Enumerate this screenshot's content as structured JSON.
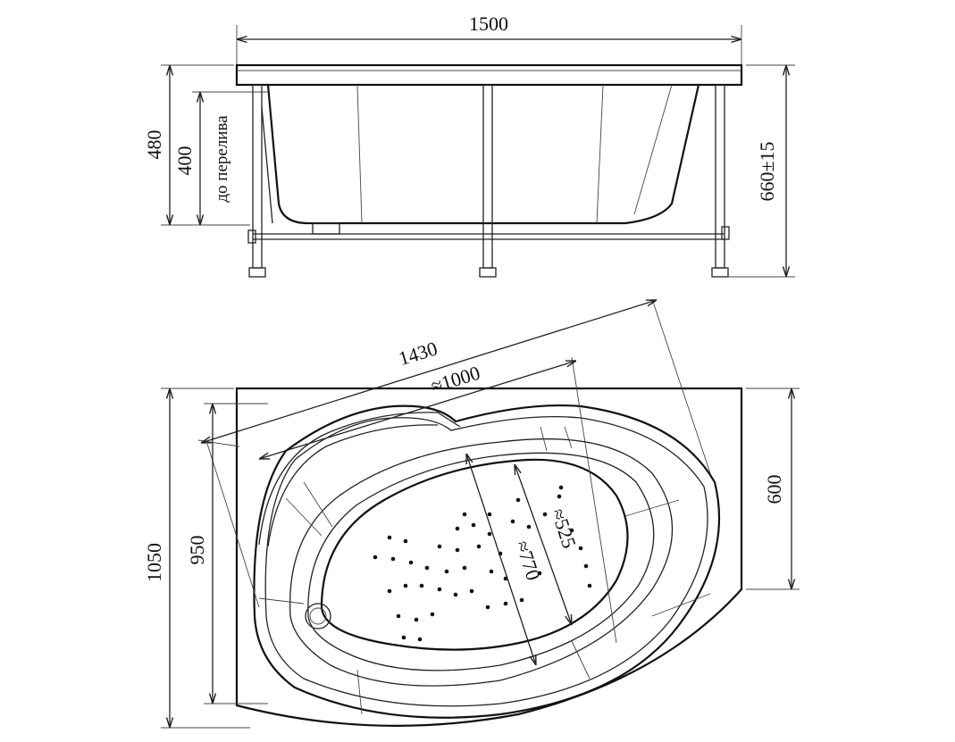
{
  "drawing": {
    "side_view": {
      "width_label": "1500",
      "height_label": "480",
      "overflow_height_label": "400",
      "overflow_note": "до перелива",
      "total_height_label": "660±15"
    },
    "top_view": {
      "diagonal_label": "1430",
      "inner_length_label": "≈1000",
      "depth_label": "1050",
      "inner_depth_label": "950",
      "side_depth_label": "600",
      "bowl_length_label": "≈770",
      "bowl_width_label": "≈525"
    }
  }
}
